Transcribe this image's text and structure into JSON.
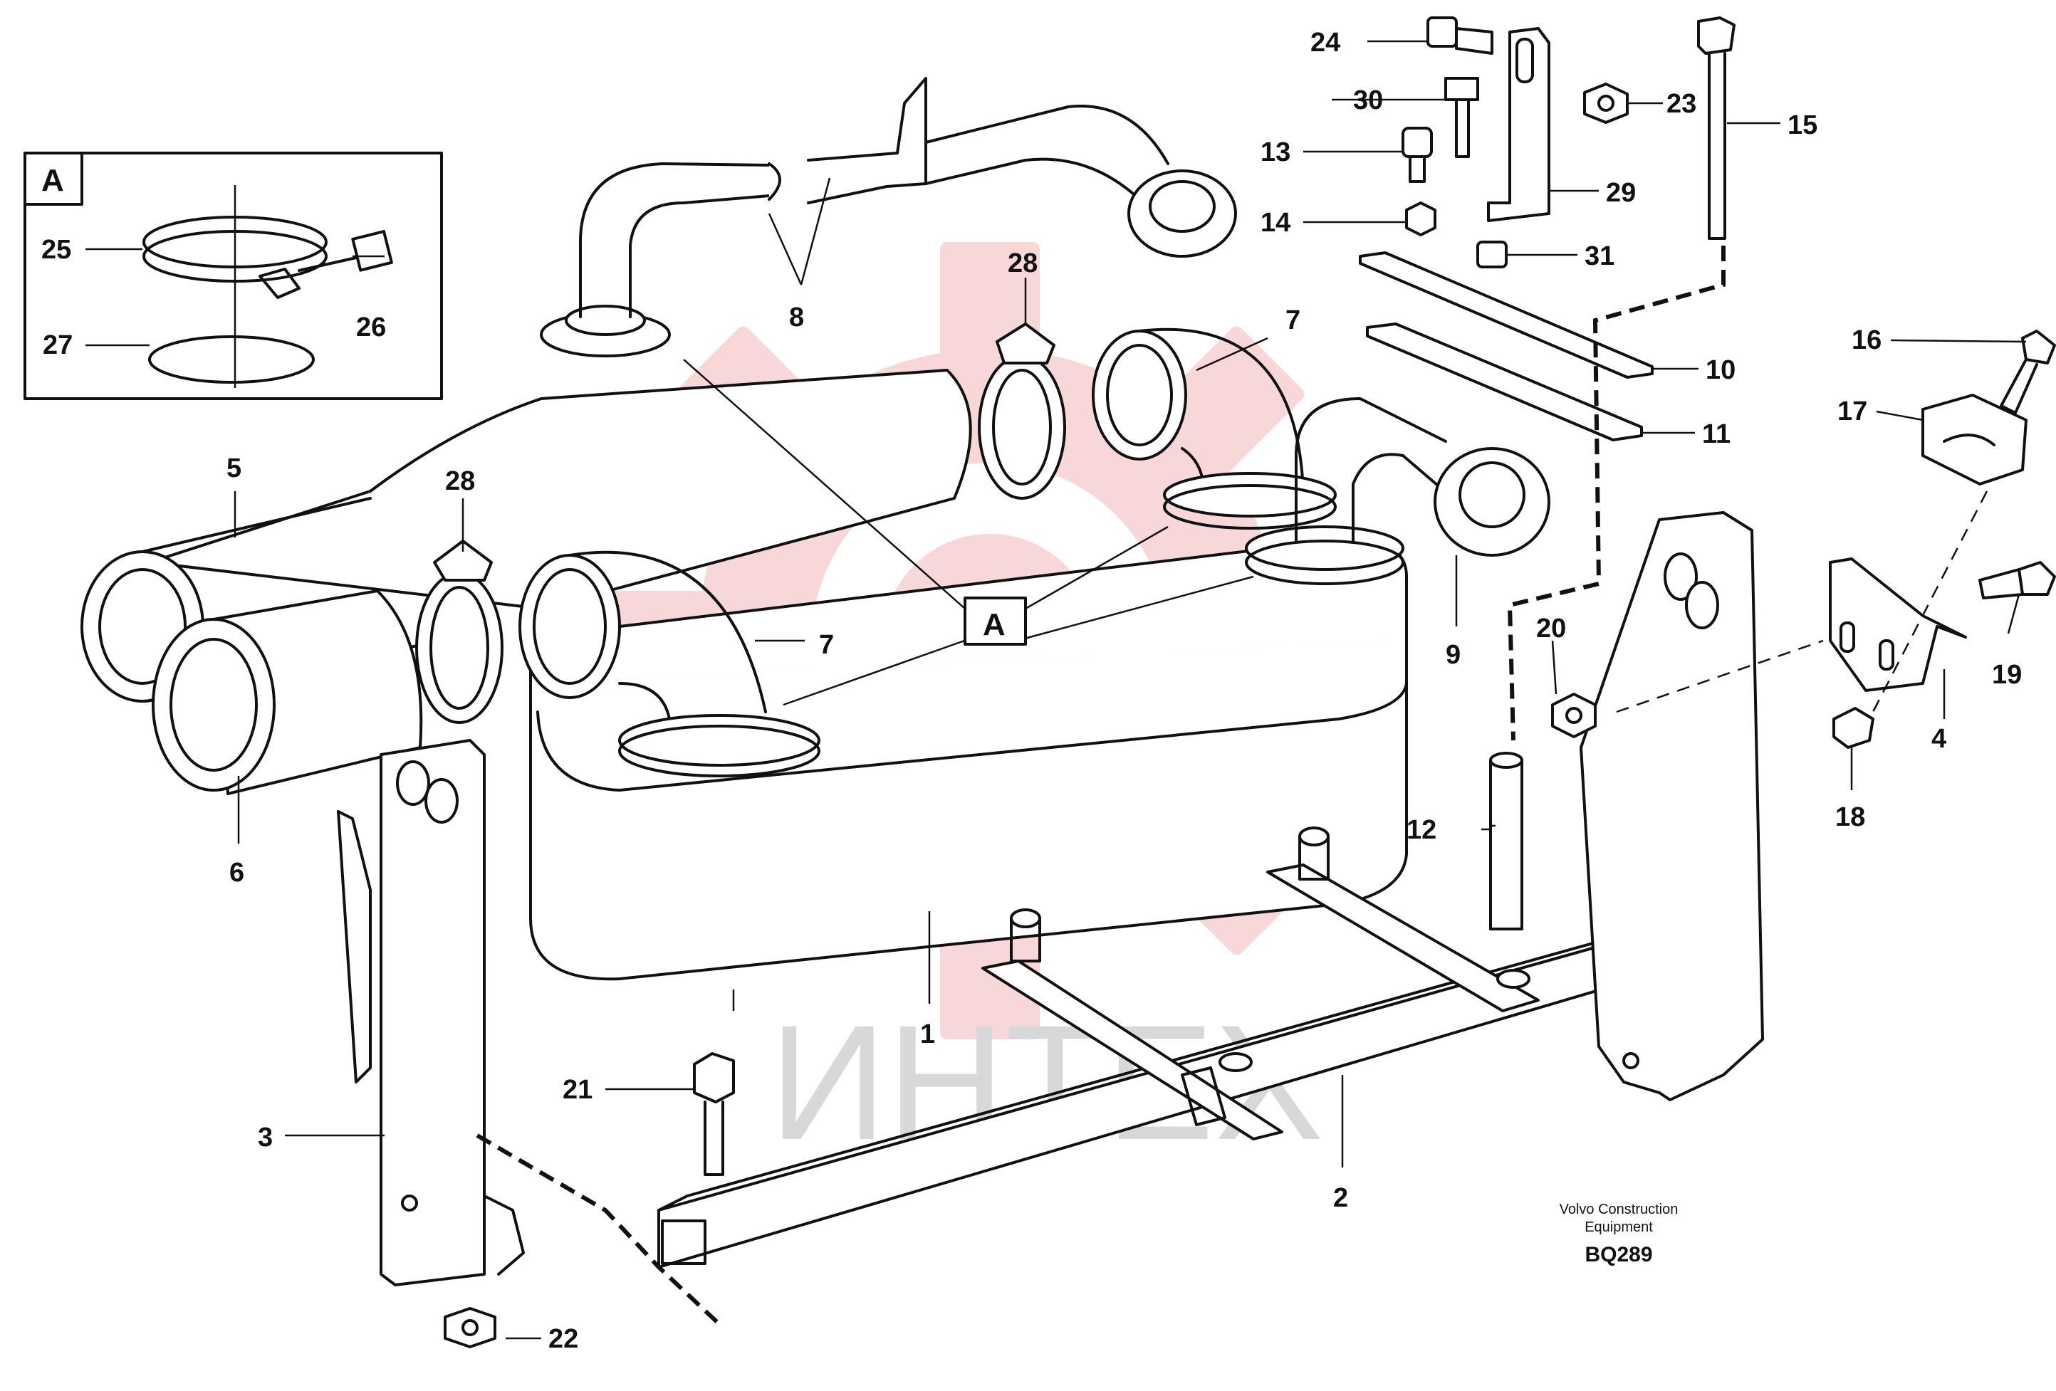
{
  "diagram": {
    "callouts": [
      "1",
      "2",
      "3",
      "4",
      "5",
      "6",
      "7",
      "7",
      "8",
      "9",
      "10",
      "11",
      "12",
      "13",
      "14",
      "15",
      "16",
      "17",
      "18",
      "19",
      "20",
      "21",
      "22",
      "23",
      "24",
      "25",
      "26",
      "27",
      "28",
      "28",
      "29",
      "30",
      "31"
    ],
    "detail_label": "A",
    "detail_marker": "A",
    "credit_line1": "Volvo Construction",
    "credit_line2": "Equipment",
    "drawing_code": "BQ289",
    "watermark_text": "ИНТЕХ",
    "watermark_color": "#f2b8b8"
  }
}
